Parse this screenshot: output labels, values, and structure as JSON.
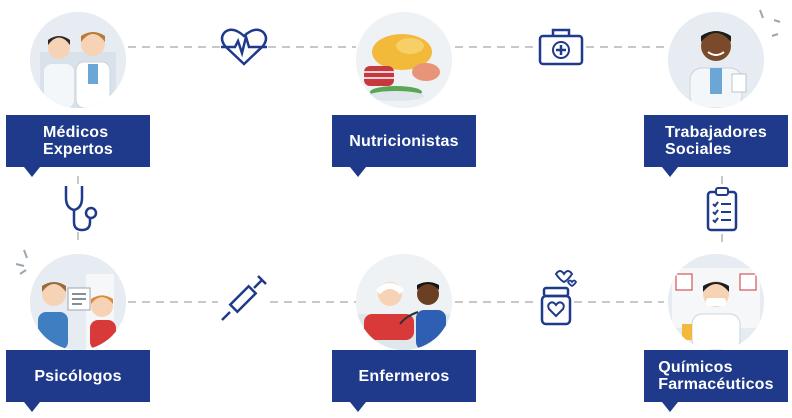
{
  "roles": [
    {
      "id": "medicos",
      "label": "Médicos\nExpertos"
    },
    {
      "id": "nutricionistas",
      "label": "Nutricionistas"
    },
    {
      "id": "trabajadores",
      "label": "Trabajadores\nSociales"
    },
    {
      "id": "psicologos",
      "label": "Psicólogos"
    },
    {
      "id": "enfermeros",
      "label": "Enfermeros"
    },
    {
      "id": "quimicos",
      "label": "Químicos\nFarmacéuticos"
    }
  ],
  "icons": {
    "heart_rate": "heart-pulse-icon",
    "first_aid": "first-aid-kit-icon",
    "stethoscope": "stethoscope-icon",
    "clipboard": "clipboard-checklist-icon",
    "syringe": "syringe-icon",
    "medicine": "medicine-bottle-hearts-icon"
  },
  "colors": {
    "brand_navy": "#1f3a8a",
    "connector": "#c8c8c8",
    "circle_bg": "#e9eef3"
  }
}
